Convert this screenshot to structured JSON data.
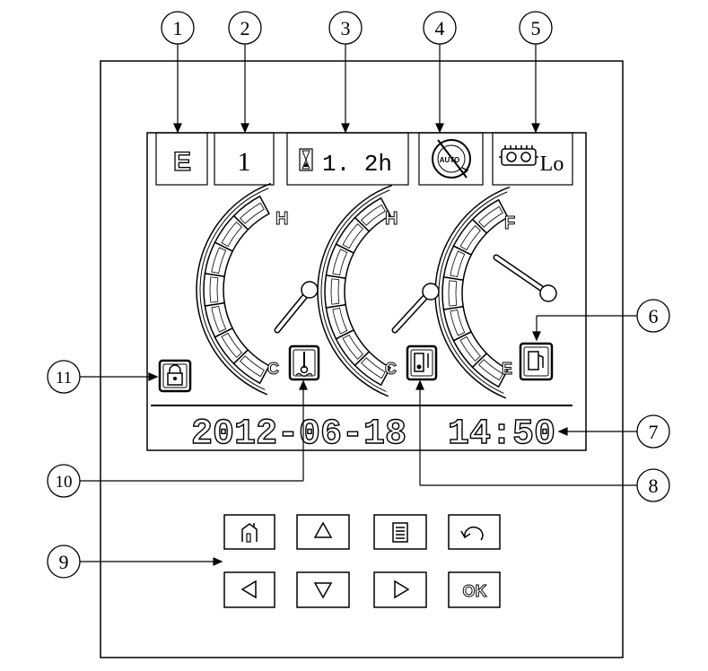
{
  "callouts": [
    "1",
    "2",
    "3",
    "4",
    "5",
    "6",
    "7",
    "8",
    "9",
    "10",
    "11"
  ],
  "status_bar": {
    "mode": "E",
    "level": "1",
    "hours": "1. 2h",
    "idle_icon": "auto-idle-icon",
    "speed_label": "Lo"
  },
  "gauges": {
    "coolant": {
      "high": "H",
      "low": "C",
      "icon": "coolant-temp-icon"
    },
    "oil": {
      "high": "H",
      "low": "C",
      "icon": "hydraulic-oil-temp-icon"
    },
    "fuel": {
      "high": "F",
      "low": "E",
      "icon": "fuel-level-icon"
    }
  },
  "datetime": {
    "date": "2012-06-18",
    "time": "14:50"
  },
  "keypad": {
    "icons": [
      "home-icon",
      "up-arrow-icon",
      "menu-icon",
      "back-icon",
      "left-arrow-icon",
      "down-arrow-icon",
      "right-arrow-icon"
    ],
    "ok_label": "OK"
  },
  "colors": {
    "line": "#000000",
    "panel": "#ffffff"
  }
}
